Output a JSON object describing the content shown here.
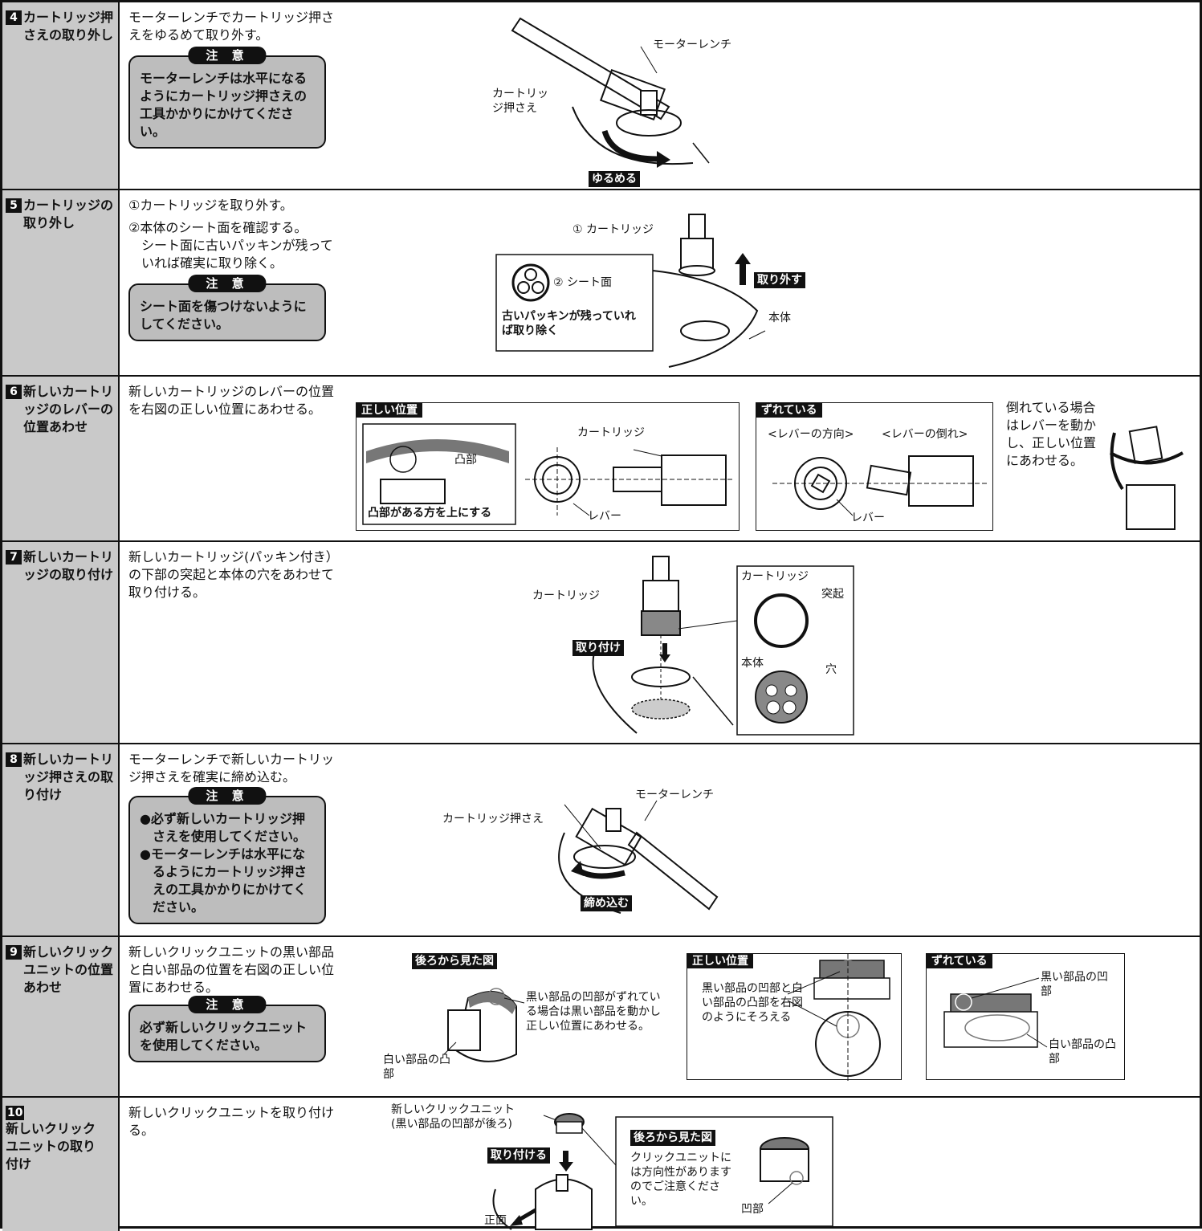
{
  "caution_label": "注 意",
  "steps": [
    {
      "num": "4",
      "title": "カートリッジ押さえの取り外し",
      "text": "モーターレンチでカートリッジ押さえをゆるめて取り外す。",
      "caution": "モーターレンチは水平になるようにカートリッジ押さえの工具かかりにかけてください。",
      "fig": {
        "wrench": "モーターレンチ",
        "holder": "カートリッジ押さえ",
        "action": "ゆるめる"
      }
    },
    {
      "num": "5",
      "title": "カートリッジの取り外し",
      "text1": "①カートリッジを取り外す。",
      "text2": "②本体のシート面を確認する。",
      "text3": "シート面に古いパッキンが残っていれば確実に取り除く。",
      "caution": "シート面を傷つけないようにしてください。",
      "fig": {
        "cartridge": "① カートリッジ",
        "seat": "② シート面",
        "note": "古いパッキンが残っていれば取り除く",
        "action": "取り外す",
        "body": "本体"
      }
    },
    {
      "num": "6",
      "title": "新しいカートリッジのレバーの位置あわせ",
      "text": "新しいカートリッジのレバーの位置を右図の正しい位置にあわせる。",
      "fig": {
        "correct": "正しい位置",
        "protrusion": "凸部",
        "upnote": "凸部がある方を上にする",
        "cartridge": "カートリッジ",
        "lever": "レバー",
        "misaligned": "ずれている",
        "dir": "<レバーの方向>",
        "tilt": "<レバーの倒れ>",
        "note": "倒れている場合はレバーを動かし、正しい位置にあわせる。"
      }
    },
    {
      "num": "7",
      "title": "新しいカートリッジの取り付け",
      "text": "新しいカートリッジ(パッキン付き）の下部の突起と本体の穴をあわせて取り付ける。",
      "fig": {
        "cartridge": "カートリッジ",
        "action": "取り付け",
        "inset_cartridge": "カートリッジ",
        "protrusion": "突起",
        "body": "本体",
        "hole": "穴"
      }
    },
    {
      "num": "8",
      "title": "新しいカートリッジ押さえの取り付け",
      "text": "モーターレンチで新しいカートリッジ押さえを確実に締め込む。",
      "caution1": "●必ず新しいカートリッジ押さえを使用してください。",
      "caution2": "●モーターレンチは水平になるようにカートリッジ押さえの工具かかりにかけてください。",
      "fig": {
        "wrench": "モーターレンチ",
        "holder": "カートリッジ押さえ",
        "action": "締め込む"
      }
    },
    {
      "num": "9",
      "title": "新しいクリックユニットの位置あわせ",
      "text": "新しいクリックユニットの黒い部品と白い部品の位置を右図の正しい位置にあわせる。",
      "caution": "必ず新しいクリックユニットを使用してください。",
      "fig": {
        "back": "後ろから見た図",
        "blacknote": "黒い部品の凹部がずれている場合は黒い部品を動かし正しい位置にあわせる。",
        "white": "白い部品の凸部",
        "correct": "正しい位置",
        "align": "黒い部品の凹部と白い部品の凸部を右図のようにそろえる",
        "misaligned": "ずれている",
        "blackdent": "黒い部品の凹部",
        "whitebump": "白い部品の凸部"
      }
    },
    {
      "num": "10",
      "title": "新しいクリックユニットの取り付け",
      "text": "新しいクリックユニットを取り付ける。",
      "fig": {
        "unit": "新しいクリックユニット",
        "unitnote": "(黒い部品の凹部が後ろ)",
        "action": "取り付ける",
        "front": "正面",
        "back": "後ろから見た図",
        "backnote": "クリックユニットには方向性がありますのでご注意ください。",
        "dent": "凹部"
      }
    }
  ]
}
